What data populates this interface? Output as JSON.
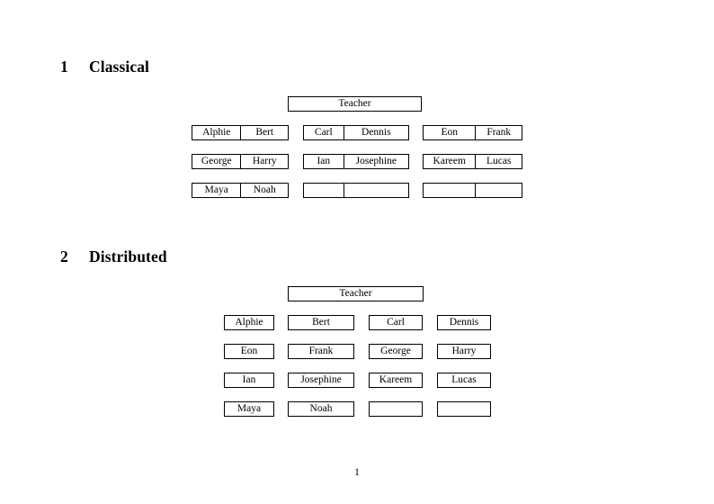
{
  "document": {
    "page_number": "1",
    "sections": [
      {
        "number": "1",
        "title": "Classical",
        "layout": "classical",
        "teacher": {
          "label": "Teacher"
        },
        "groups": [
          {
            "group_index": 0,
            "rows": [
              {
                "cells": [
                  "Alphie",
                  "Bert"
                ]
              },
              {
                "cells": [
                  "George",
                  "Harry"
                ]
              },
              {
                "cells": [
                  "Maya",
                  "Noah"
                ]
              }
            ]
          },
          {
            "group_index": 1,
            "rows": [
              {
                "cells": [
                  "Carl",
                  "Dennis"
                ]
              },
              {
                "cells": [
                  "Ian",
                  "Josephine"
                ]
              },
              {
                "cells": [
                  "",
                  ""
                ]
              }
            ]
          },
          {
            "group_index": 2,
            "rows": [
              {
                "cells": [
                  "Eon",
                  "Frank"
                ]
              },
              {
                "cells": [
                  "Kareem",
                  "Lucas"
                ]
              },
              {
                "cells": [
                  "",
                  ""
                ]
              }
            ]
          }
        ]
      },
      {
        "number": "2",
        "title": "Distributed",
        "layout": "distributed",
        "teacher": {
          "label": "Teacher"
        },
        "rows": [
          {
            "cells": [
              "Alphie",
              "Bert",
              "Carl",
              "Dennis"
            ]
          },
          {
            "cells": [
              "Eon",
              "Frank",
              "George",
              "Harry"
            ]
          },
          {
            "cells": [
              "Ian",
              "Josephine",
              "Kareem",
              "Lucas"
            ]
          },
          {
            "cells": [
              "Maya",
              "Noah",
              "",
              ""
            ]
          }
        ]
      }
    ]
  },
  "colors": {
    "page_background": "#ffffff",
    "text": "#000000",
    "box_border": "#000000"
  }
}
